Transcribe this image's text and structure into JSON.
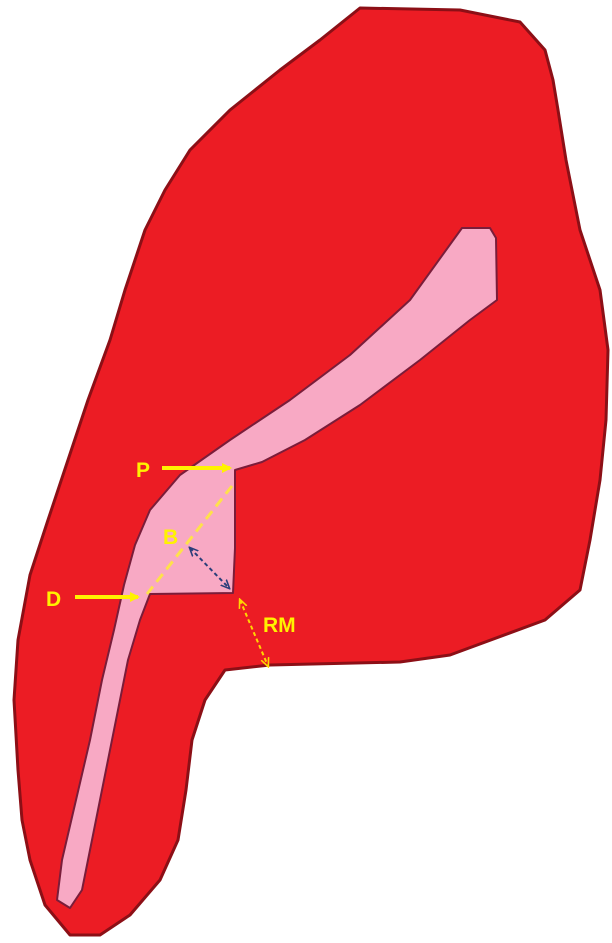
{
  "labels": {
    "p": "P",
    "d": "D",
    "b": "B",
    "rm": "RM"
  },
  "colors": {
    "outer_tissue": "#EC1C24",
    "outer_outline": "#8C0F16",
    "inner_region": "#F8A9C4",
    "inner_outline": "#7A1D3A",
    "label": "#FFF200",
    "arrow": "#FFF200",
    "dashed_line": "#FFE14A",
    "b_arrow": "#2B3E7A",
    "rm_arrow": "#FFD700"
  }
}
